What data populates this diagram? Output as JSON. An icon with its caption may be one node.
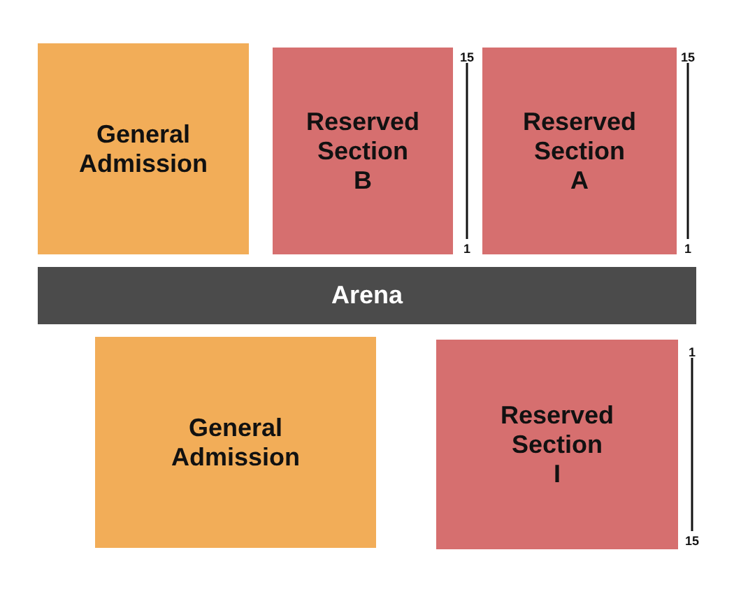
{
  "diagram": {
    "nodes": [
      {
        "text": [
          "General Admission"
        ]
      },
      {
        "text": [
          "Reserved Section B"
        ],
        "beside": [
          "15",
          "1"
        ]
      },
      {
        "text": [
          "Reserved Section A"
        ],
        "beside": [
          "15",
          "1"
        ]
      },
      {
        "text": [
          "Arena"
        ]
      },
      {
        "text": [
          "General Admission"
        ]
      },
      {
        "text": [
          "Reserved Section I"
        ],
        "beside": [
          "1",
          "15"
        ]
      }
    ]
  }
}
